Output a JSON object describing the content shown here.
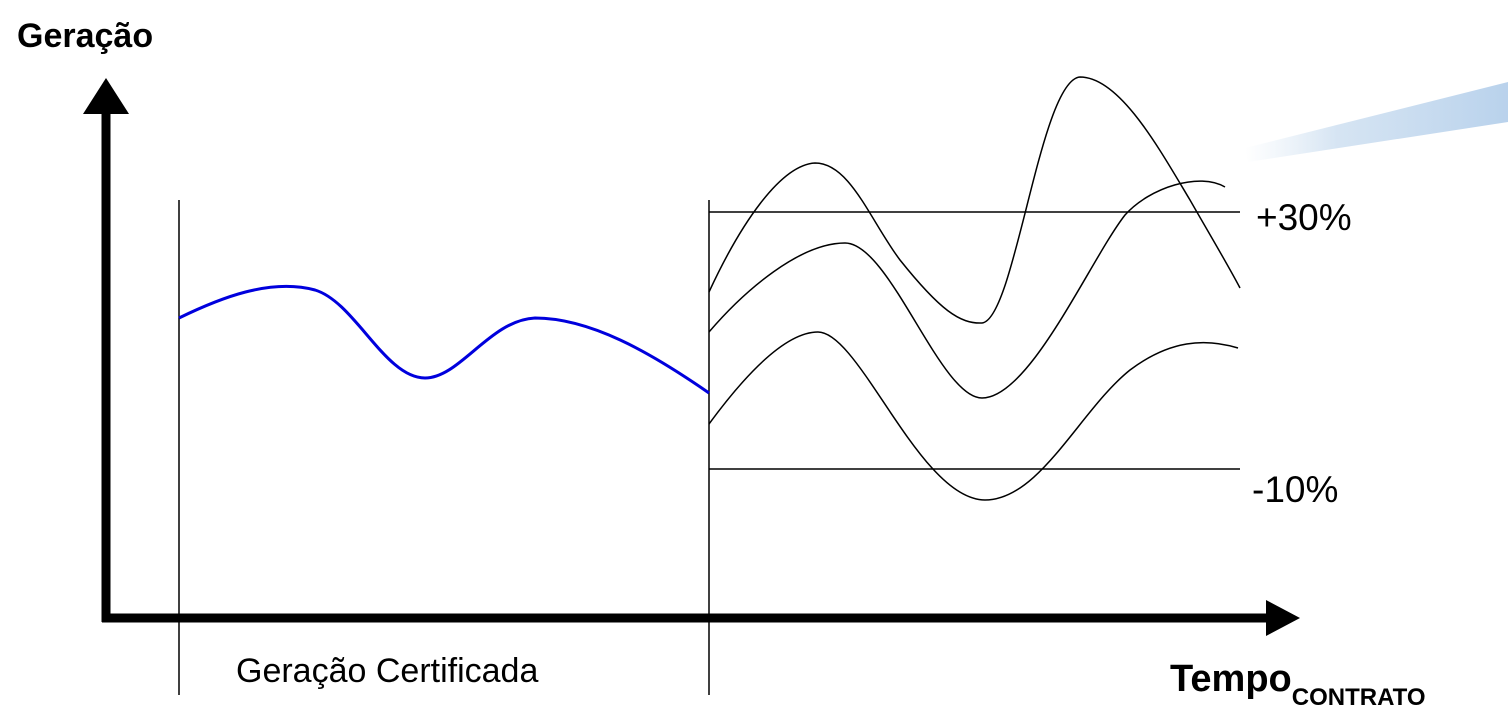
{
  "diagram": {
    "y_axis_label": "Geração",
    "x_axis_label": "Tempo",
    "x_axis_subscript": "CONTRATO",
    "certified_period_label": "Geração Certificada",
    "upper_limit_label": "+30%",
    "lower_limit_label": "-10%"
  },
  "colors": {
    "certified_curve": "#0000dd",
    "projection_curves": "#000000",
    "axes": "#000000"
  }
}
